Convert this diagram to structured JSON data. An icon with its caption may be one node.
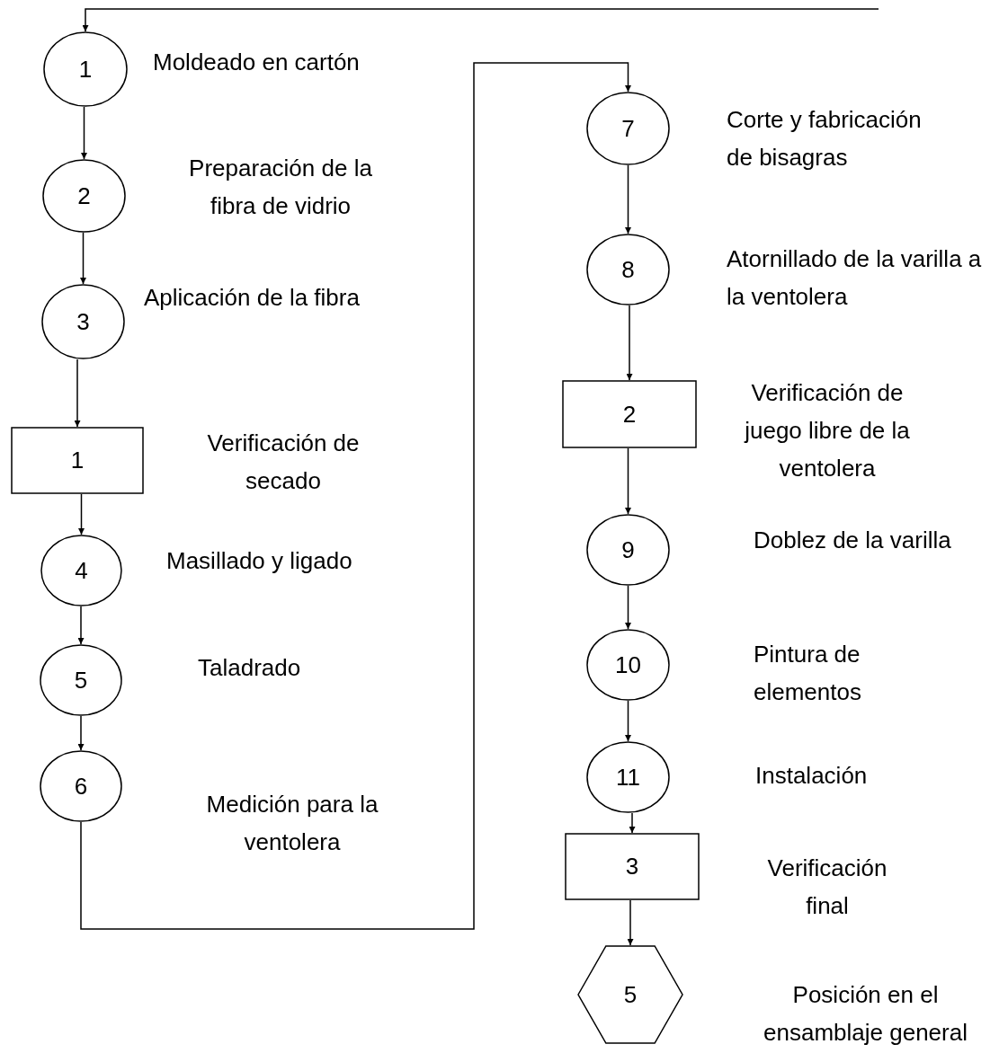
{
  "diagram": {
    "nodes": [
      {
        "text": [
          "1"
        ],
        "beside": [
          "Moldeado en cartón"
        ]
      },
      {
        "text": [
          "2"
        ],
        "beside": [
          "Preparación de la fibra de vidrio"
        ]
      },
      {
        "text": [
          "3"
        ],
        "beside": [
          "Aplicación de la fibra"
        ]
      },
      {
        "text": [
          "1"
        ],
        "beside": [
          "Verificación de secado"
        ]
      },
      {
        "text": [
          "4"
        ],
        "beside": [
          "Masillado y ligado"
        ]
      },
      {
        "text": [
          "5"
        ],
        "beside": [
          "Taladrado"
        ]
      },
      {
        "text": [
          "6"
        ],
        "beside": [
          "Medición para la ventolera"
        ]
      },
      {
        "text": [
          "7"
        ],
        "beside": [
          "Corte y fabricación de bisagras"
        ]
      },
      {
        "text": [
          "8"
        ],
        "beside": [
          "Atornillado de la varilla a la ventolera"
        ]
      },
      {
        "text": [
          "2"
        ],
        "beside": [
          "Verificación de juego libre de la ventolera"
        ]
      },
      {
        "text": [
          "9"
        ],
        "beside": [
          "Doblez de la varilla"
        ]
      },
      {
        "text": [
          "10"
        ],
        "beside": [
          "Pintura de elementos"
        ]
      },
      {
        "text": [
          "11"
        ],
        "beside": [
          "Instalación"
        ]
      },
      {
        "text": [
          "3"
        ],
        "beside": [
          "Verificación final"
        ]
      },
      {
        "text": [
          "5"
        ],
        "beside": [
          "Posición en el ensamblaje general"
        ]
      }
    ],
    "edges": [
      {
        "from": null,
        "to": 0,
        "arrow": "to"
      },
      {
        "from": 0,
        "to": 1,
        "arrow": "to"
      },
      {
        "from": 1,
        "to": 2,
        "arrow": "to"
      },
      {
        "from": 2,
        "to": 3,
        "arrow": "to"
      },
      {
        "from": 3,
        "to": 4,
        "arrow": "to"
      },
      {
        "from": 4,
        "to": 5,
        "arrow": "to"
      },
      {
        "from": 5,
        "to": 6,
        "arrow": "to"
      },
      {
        "from": 6,
        "to": 7,
        "arrow": "to"
      },
      {
        "from": 7,
        "to": 8,
        "arrow": "to"
      },
      {
        "from": 8,
        "to": 9,
        "arrow": "to"
      },
      {
        "from": 9,
        "to": 10,
        "arrow": "to"
      },
      {
        "from": 10,
        "to": 11,
        "arrow": "to"
      },
      {
        "from": 11,
        "to": 12,
        "arrow": "to"
      },
      {
        "from": 12,
        "to": 13,
        "arrow": "to"
      },
      {
        "from": 13,
        "to": 14,
        "arrow": "to"
      }
    ]
  }
}
